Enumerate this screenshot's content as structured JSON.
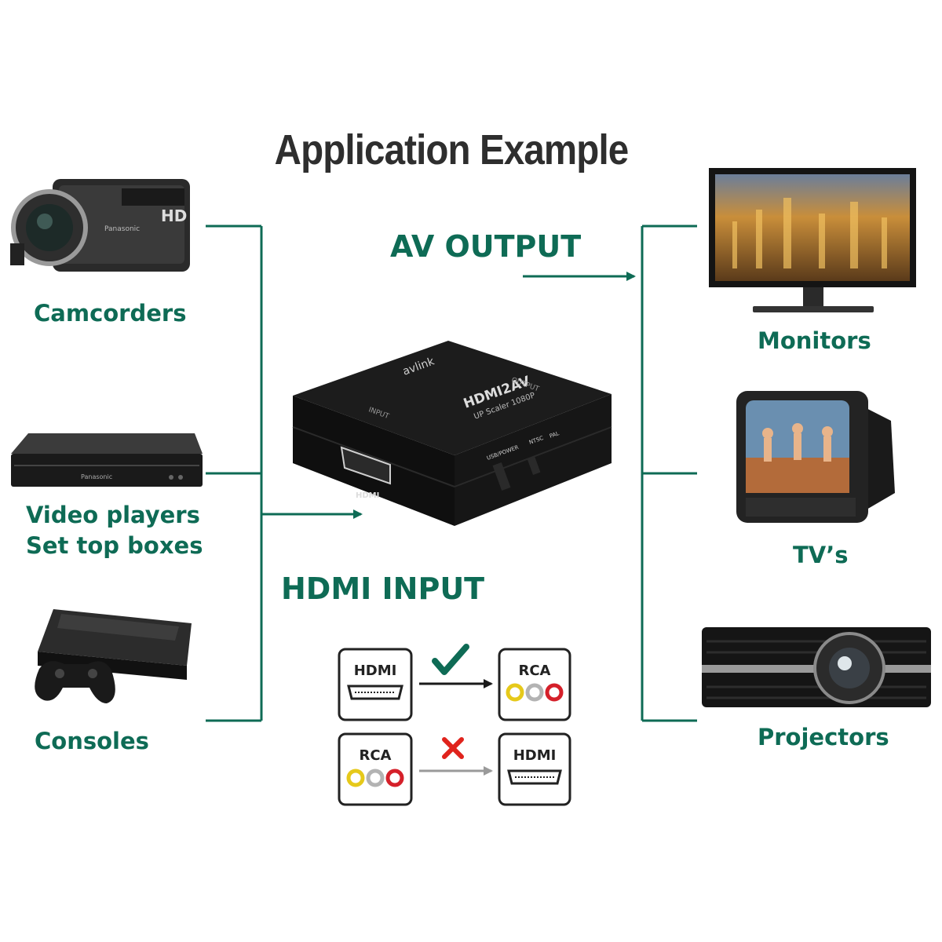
{
  "title": "Application Example",
  "av_output_label": "AV OUTPUT",
  "hdmi_input_label": "HDMI INPUT",
  "inputs": [
    {
      "label": "Camcorders",
      "icon": "camcorder-icon"
    },
    {
      "label": "Video players",
      "label2": "Set top boxes",
      "icon": "blu-ray-player-icon"
    },
    {
      "label": "Consoles",
      "icon": "game-console-icon"
    }
  ],
  "outputs": [
    {
      "label": "Monitors",
      "icon": "monitor-icon"
    },
    {
      "label": "TV’s",
      "icon": "crt-tv-icon"
    },
    {
      "label": "Projectors",
      "icon": "projector-icon"
    }
  ],
  "device": {
    "brand": "avlink",
    "model": "HDMI2AV",
    "subtitle": "UP Scaler 1080P",
    "input_label": "INPUT",
    "output_label": "OUTPUT",
    "port_label": "HDMI",
    "power_label": "USB/POWER",
    "ntsc_label": "NTSC",
    "pal_label": "PAL"
  },
  "compat": {
    "row1": {
      "from": "HDMI",
      "to": "RCA",
      "status": "check"
    },
    "row2": {
      "from": "RCA",
      "to": "HDMI",
      "status": "cross"
    }
  },
  "colors": {
    "line": "#0e6b55",
    "label": "#0e6b55",
    "check": "#0e6b55",
    "cross": "#e0231c"
  }
}
